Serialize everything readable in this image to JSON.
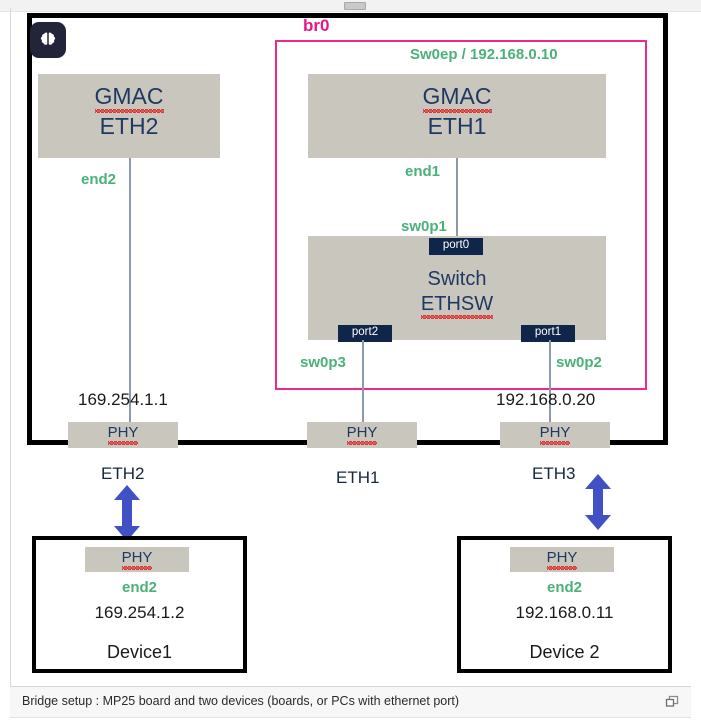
{
  "caption": {
    "text": "Bridge setup : MP25 board and two devices (boards, or PCs with ethernet port)",
    "expand_icon": "restore-window-icon"
  },
  "colors": {
    "bridge_pink": "#ec2990",
    "interface_green": "#4cb07a",
    "component_gray": "#c9c7bd",
    "navy_text": "#1f3864",
    "port_chip": "#10254a",
    "arrow_blue": "#3f51c4",
    "frame_black": "#000000"
  },
  "board": {
    "badge_icon": "brain-icon",
    "bridge": {
      "name": "br0",
      "endpoint_label": "Sw0ep / 192.168.0.10"
    },
    "components": [
      {
        "id": "gmac-eth2",
        "line1": "GMAC",
        "line2": "ETH2"
      },
      {
        "id": "gmac-eth1",
        "line1": "GMAC",
        "line2": "ETH1"
      },
      {
        "id": "switch-ethsw",
        "line1": "Switch",
        "line2": "ETHSW"
      }
    ],
    "interfaces": {
      "end2": "end2",
      "end1": "end1",
      "sw0p1": "sw0p1",
      "sw0p2": "sw0p2",
      "sw0p3": "sw0p3"
    },
    "switch_ports": [
      {
        "id": "port0",
        "label": "port0"
      },
      {
        "id": "port1",
        "label": "port1"
      },
      {
        "id": "port2",
        "label": "port2"
      }
    ],
    "board_ips": {
      "eth2": "169.254.1.1",
      "eth3": "192.168.0.20"
    },
    "phy_label": "PHY",
    "phys": [
      {
        "id": "phy-eth2",
        "label": "PHY"
      },
      {
        "id": "phy-eth1",
        "label": "PHY"
      },
      {
        "id": "phy-eth3",
        "label": "PHY"
      }
    ],
    "eth_ports": [
      {
        "id": "eth2",
        "label": "ETH2"
      },
      {
        "id": "eth1",
        "label": "ETH1"
      },
      {
        "id": "eth3",
        "label": "ETH3"
      }
    ]
  },
  "devices": [
    {
      "id": "device1",
      "phy": "PHY",
      "interface": "end2",
      "ip": "169.254.1.2",
      "name": "Device1"
    },
    {
      "id": "device2",
      "phy": "PHY",
      "interface": "end2",
      "ip": "192.168.0.11",
      "name": "Device 2"
    }
  ],
  "links": [
    {
      "id": "link-eth2-device1",
      "icon": "double-arrow-vertical"
    },
    {
      "id": "link-eth3-device2",
      "icon": "double-arrow-vertical"
    }
  ]
}
